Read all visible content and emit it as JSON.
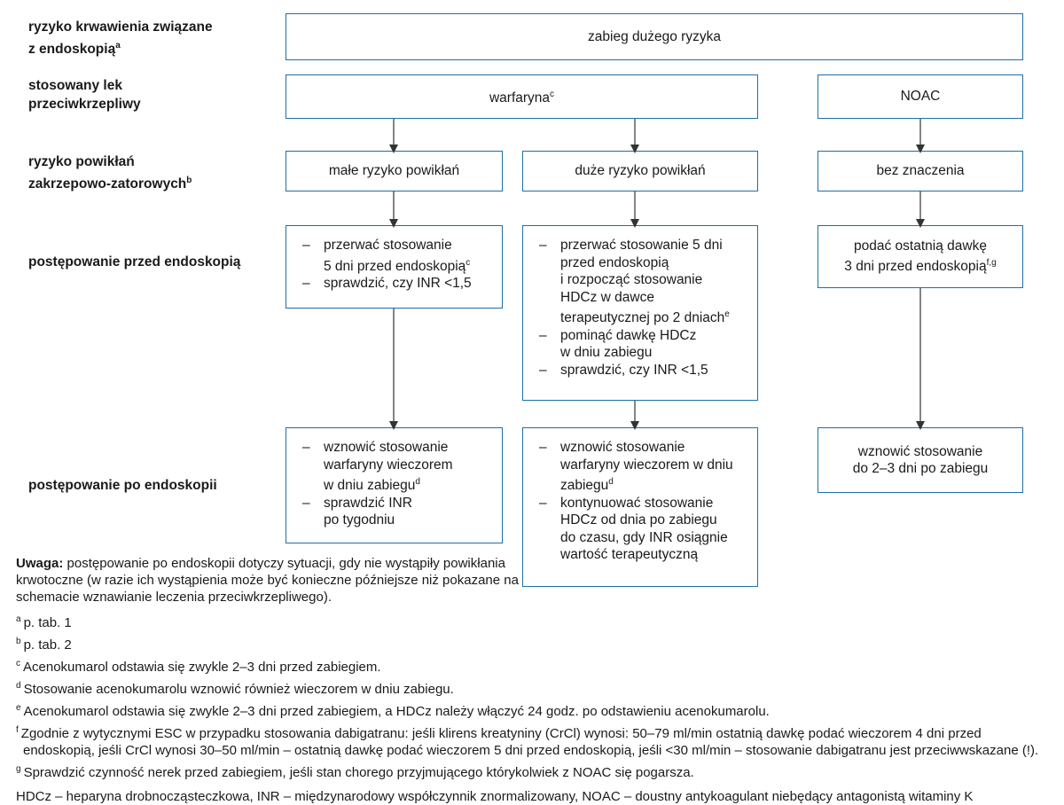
{
  "row_labels": {
    "bleeding_risk": [
      "ryzyko krwawienia związane",
      "z endoskopią"
    ],
    "bleeding_risk_sup": "a",
    "drug": [
      "stosowany lek",
      "przeciwkrzepliwy"
    ],
    "thrombo_risk": [
      "ryzyko powikłań",
      "zakrzepowo-zatorowych"
    ],
    "thrombo_risk_sup": "b",
    "before": "postępowanie przed endoskopią",
    "after": "postępowanie po endoskopii"
  },
  "boxes": {
    "procedure": "zabieg dużego ryzyka",
    "warfarin": "warfaryna",
    "warfarin_sup": "c",
    "noac": "NOAC",
    "low_risk": "małe ryzyko powikłań",
    "high_risk": "duże ryzyko powikłań",
    "no_matter": "bez znaczenia",
    "before_low": {
      "items": [
        [
          "przerwać stosowanie",
          "5 dni przed endoskopią"
        ],
        [
          "sprawdzić, czy INR <1,5"
        ]
      ],
      "sup": "c"
    },
    "before_high": {
      "items": [
        [
          "przerwać stosowanie 5 dni",
          "przed endoskopią",
          "i rozpocząć stosowanie",
          "HDCz w dawce",
          "terapeutycznej po 2 dniach"
        ],
        [
          "pominąć dawkę HDCz",
          "w dniu zabiegu"
        ],
        [
          "sprawdzić, czy INR <1,5"
        ]
      ],
      "sup": "e"
    },
    "before_noac": {
      "lines": [
        "podać ostatnią dawkę",
        "3 dni przed endoskopią"
      ],
      "sup": "f,g"
    },
    "after_low": {
      "items": [
        [
          "wznowić stosowanie",
          "warfaryny wieczorem",
          "w dniu zabiegu"
        ],
        [
          "sprawdzić INR",
          "po tygodniu"
        ]
      ],
      "sup": "d"
    },
    "after_high": {
      "items": [
        [
          "wznowić stosowanie",
          "warfaryny wieczorem w dniu",
          "zabiegu"
        ],
        [
          "kontynuować stosowanie",
          "HDCz od dnia po zabiegu",
          "do czasu, gdy INR osiągnie",
          "wartość terapeutyczną"
        ]
      ],
      "sup": "d"
    },
    "after_noac": [
      "wznowić stosowanie",
      "do 2–3 dni po zabiegu"
    ]
  },
  "dash": "–",
  "notes": {
    "uwaga_label": "Uwaga:",
    "uwaga_text": " postępowanie po endoskopii dotyczy sytuacji, gdy nie wystąpiły powikłania krwotoczne (w razie ich wystąpienia może być konieczne późniejsze niż pokazane na schemacie wznawianie leczenia przeciwkrzepliwego).",
    "footnotes": [
      {
        "mark": "a",
        "text": "p. tab. 1"
      },
      {
        "mark": "b",
        "text": "p. tab. 2"
      },
      {
        "mark": "c",
        "text": "Acenokumarol odstawia się zwykle 2–3 dni przed zabiegiem."
      },
      {
        "mark": "d",
        "text": "Stosowanie acenokumarolu wznowić również wieczorem w dniu zabiegu."
      },
      {
        "mark": "e",
        "text": "Acenokumarol odstawia się zwykle 2–3 dni przed zabiegiem, a HDCz należy włączyć 24 godz. po odstawieniu acenokumarolu."
      },
      {
        "mark": "f",
        "text": "Zgodnie z wytycznymi ESC w przypadku stosowania dabigatranu: jeśli klirens kreatyniny (CrCl) wynosi: 50–79 ml/min ostatnią dawkę podać wieczorem 4 dni przed",
        "cont": "endoskopią, jeśli CrCl wynosi 30–50 ml/min – ostatnią dawkę podać wieczorem 5 dni przed endoskopią, jeśli <30 ml/min – stosowanie dabigatranu jest przeciwwskazane (!)."
      },
      {
        "mark": "g",
        "text": "Sprawdzić czynność nerek przed zabiegiem, jeśli stan chorego przyjmującego którykolwiek z NOAC się pogarsza."
      }
    ],
    "abbreviations": "HDCz – heparyna drobnocząsteczkowa, INR – międzynarodowy współczynnik znormalizowany, NOAC – doustny antykoagulant niebędący antagonistą witaminy K"
  },
  "colors": {
    "box_border": "#1d6fa6",
    "arrow": "#333333",
    "text": "#1a1a1a"
  }
}
